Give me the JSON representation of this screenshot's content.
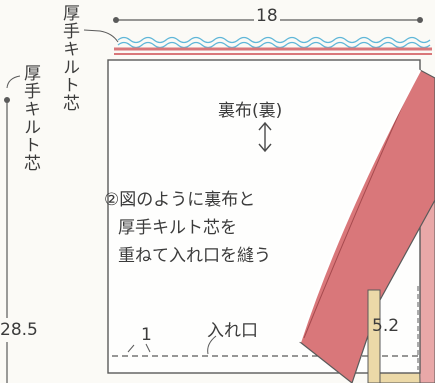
{
  "labels": {
    "width": "18",
    "height": "28.5",
    "interfacing_top": "厚手キルト芯",
    "interfacing_left": "厚手キルト芯",
    "lining": "裏布(裏)",
    "instruction_lines": [
      "②図のように裏布と",
      "厚手キルト芯を",
      "重ねて入れ口を縫う"
    ],
    "seam_allowance": "1",
    "opening": "入れ口",
    "side_measure": "5.2"
  },
  "colors": {
    "lining_red": "#d9777a",
    "quilting_blue": "#5fb6d8",
    "line": "#5a5a5a",
    "beige": "#ecd9a8"
  }
}
